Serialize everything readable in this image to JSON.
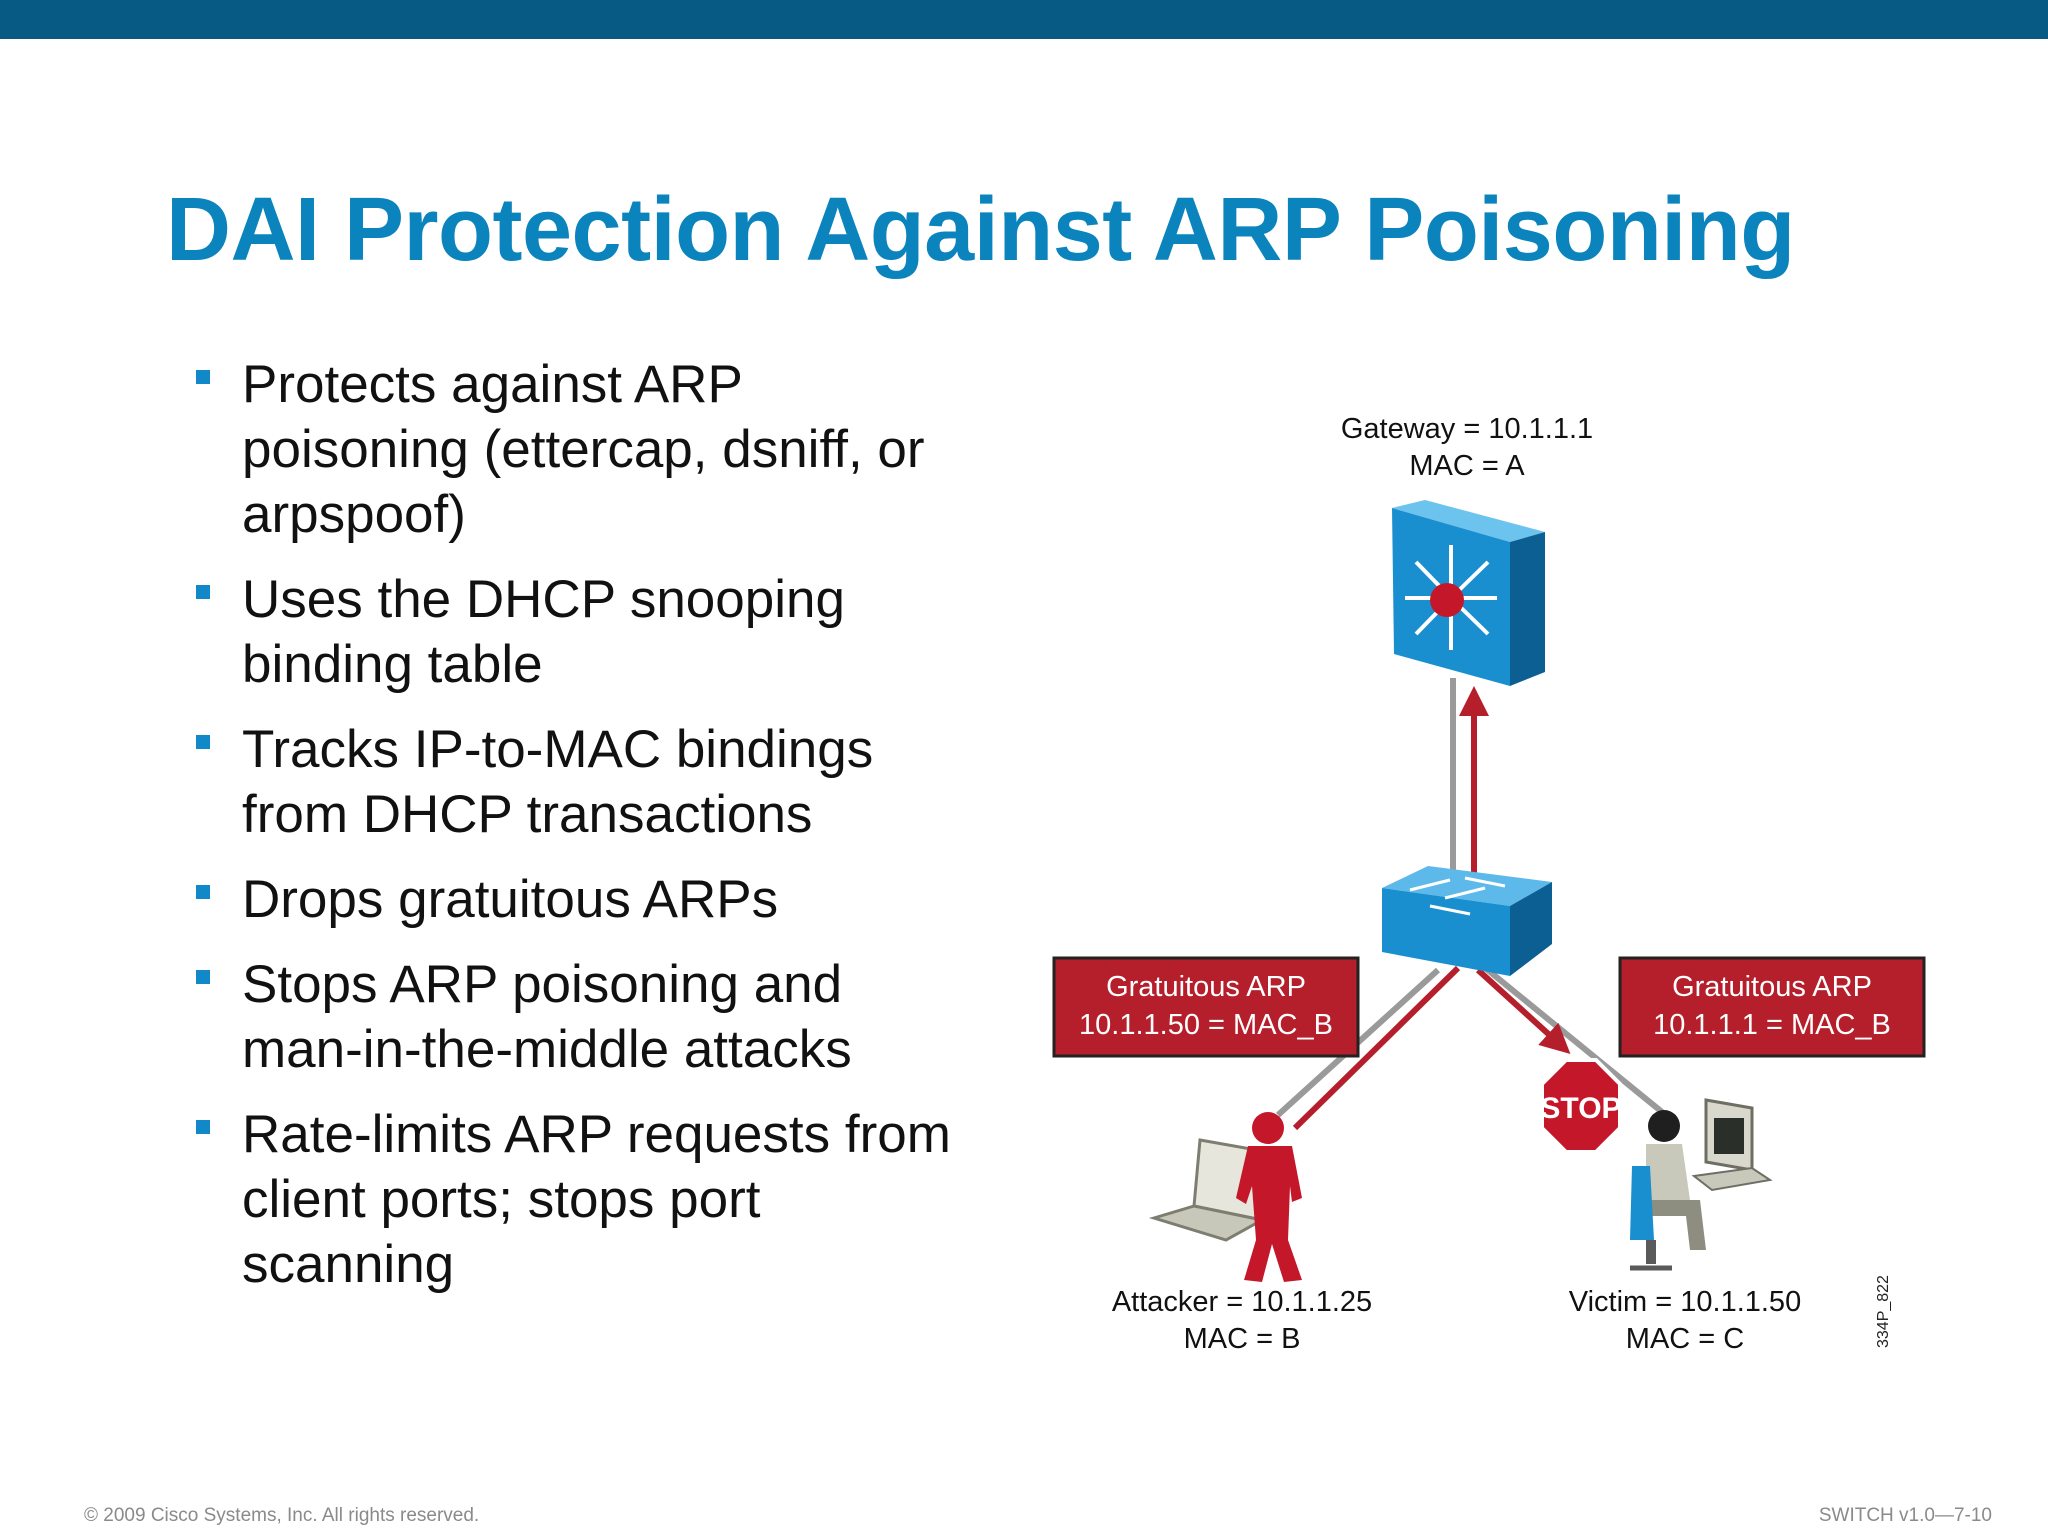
{
  "slide": {
    "title": "DAI Protection Against ARP Poisoning",
    "bullets": [
      "Protects against ARP poisoning (ettercap, dsniff, or arpspoof)",
      "Uses the DHCP snooping binding table",
      "Tracks IP-to-MAC bindings from DHCP transactions",
      "Drops gratuitous ARPs",
      "Stops ARP poisoning and man-in-the-middle attacks",
      "Rate-limits ARP requests from client ports; stops port scanning"
    ]
  },
  "diagram": {
    "gateway": {
      "line1": "Gateway = 10.1.1.1",
      "line2": "MAC = A"
    },
    "attacker": {
      "line1": "Attacker = 10.1.1.25",
      "line2": "MAC = B"
    },
    "victim": {
      "line1": "Victim = 10.1.1.50",
      "line2": "MAC = C"
    },
    "arp_left": {
      "line1": "Gratuitous ARP",
      "line2": "10.1.1.50 = MAC_B"
    },
    "arp_right": {
      "line1": "Gratuitous ARP",
      "line2": "10.1.1.1 = MAC_B"
    },
    "stop_sign": "STOP",
    "figure_id": "334P_822",
    "icons": [
      "multilayer-switch-icon",
      "switch-icon",
      "attacker-icon",
      "laptop-icon",
      "stop-sign-icon",
      "victim-user-icon",
      "workstation-icon"
    ],
    "colors": {
      "arp_box": "#b51f2b",
      "link_red": "#b51f2b",
      "link_gray": "#9a9a9a",
      "switch_blue": "#1a8fd0"
    }
  },
  "footer": {
    "copyright": "© 2009 Cisco Systems, Inc. All rights reserved.",
    "course": "SWITCH v1.0—7-10"
  },
  "theme": {
    "header_bar": "#075a83",
    "title_color": "#0b84bd",
    "bullet_color": "#1188c8"
  }
}
